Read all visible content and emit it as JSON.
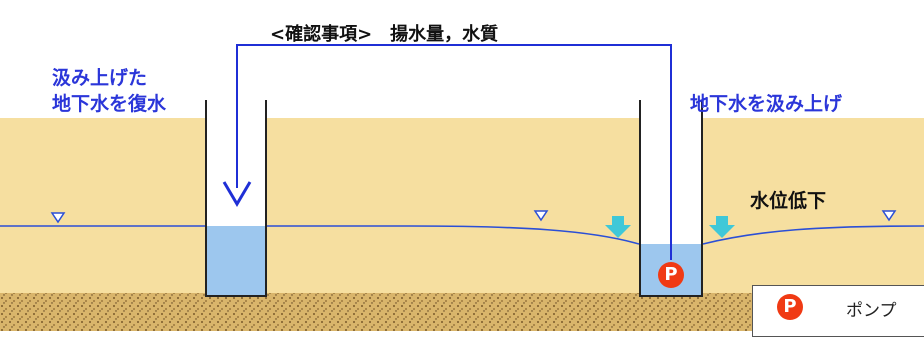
{
  "labels": {
    "confirm_items": "<確認事項>　揚水量，水質",
    "left_line1": "汲み上げた",
    "left_line2": "地下水を復水",
    "right_pump": "地下水を汲み上げ",
    "water_drop": "水位低下"
  },
  "pump_symbol": "P",
  "legend": {
    "symbol": "P",
    "text": "ポンプ"
  },
  "colors": {
    "sand": "#f6dfa0",
    "water": "#9dc7ee",
    "water_line": "#2b4fd6",
    "arrow_blue": "#1f2fd6",
    "pump": "#f03a14",
    "drawdown_arrow": "#3fc8d8"
  },
  "icons": [
    "water-table-triangle-icon",
    "down-arrow-icon",
    "pump-icon",
    "seepage-arrow-icon"
  ]
}
